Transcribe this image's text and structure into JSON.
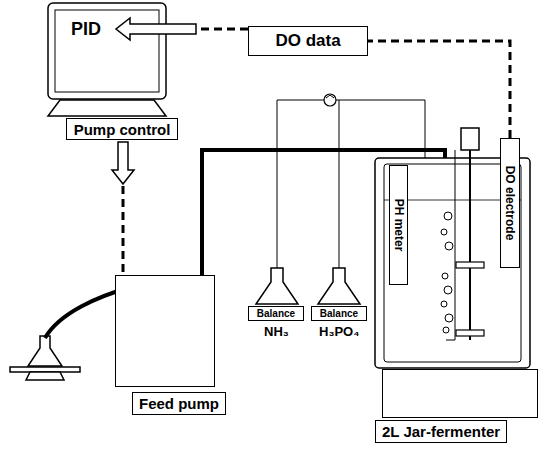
{
  "diagram": {
    "nodes": [
      {
        "text": [
          "PID"
        ]
      },
      {
        "text": [
          "Pump control"
        ]
      },
      {
        "text": [
          "DO data"
        ]
      },
      {
        "text": [
          "Feed pump"
        ]
      },
      {
        "text": [
          "Balance"
        ]
      },
      {
        "text": [
          "Balance"
        ]
      },
      {
        "text": [
          "PH meter"
        ]
      },
      {
        "text": [
          "DO electrode"
        ]
      },
      {
        "text": [
          "2L Jar-fermenter"
        ]
      }
    ],
    "edges": [
      {
        "from": 7,
        "to": 2,
        "arrow": "none"
      },
      {
        "from": 2,
        "to": 0,
        "arrow": "to"
      },
      {
        "from": 1,
        "to": 3,
        "arrow": "to"
      }
    ],
    "labels": [
      "NH₃",
      "H₃PO₄"
    ]
  }
}
